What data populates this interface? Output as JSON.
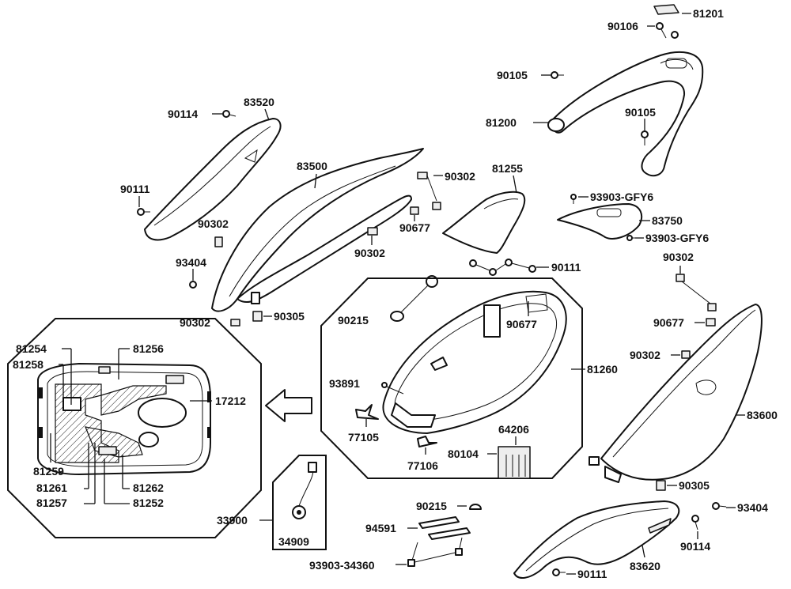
{
  "labels": {
    "p81201": "81201",
    "p90106": "90106",
    "p90105a": "90105",
    "p81200": "81200",
    "p90105b": "90105",
    "p90114a": "90114",
    "p83520": "83520",
    "p90111a": "90111",
    "p83500": "83500",
    "p90302a": "90302",
    "p81255": "81255",
    "p93903a": "93903-GFY6",
    "p83750": "83750",
    "p93903b": "93903-GFY6",
    "p90302b": "90302",
    "p90677a": "90677",
    "p90302c": "90302",
    "p93404a": "93404",
    "p90111b": "90111",
    "p90302d": "90302",
    "p90215a": "90215",
    "p90302e": "90302",
    "p90305a": "90305",
    "p90677b": "90677",
    "p90677c": "90677",
    "p81254": "81254",
    "p81256": "81256",
    "p81258": "81258",
    "p17212": "17212",
    "p81259": "81259",
    "p81261": "81261",
    "p81257": "81257",
    "p81262": "81262",
    "p81252": "81252",
    "p90302f": "90302",
    "p81260": "81260",
    "p93891": "93891",
    "p77105": "77105",
    "p64206": "64206",
    "p80104": "80104",
    "p77106": "77106",
    "p83600": "83600",
    "p90305b": "90305",
    "p90215b": "90215",
    "p93404b": "93404",
    "p33900": "33900",
    "p34909": "34909",
    "p94591": "94591",
    "p90114b": "90114",
    "p93903c": "93903-34360",
    "p90111c": "90111",
    "p83620": "83620"
  }
}
